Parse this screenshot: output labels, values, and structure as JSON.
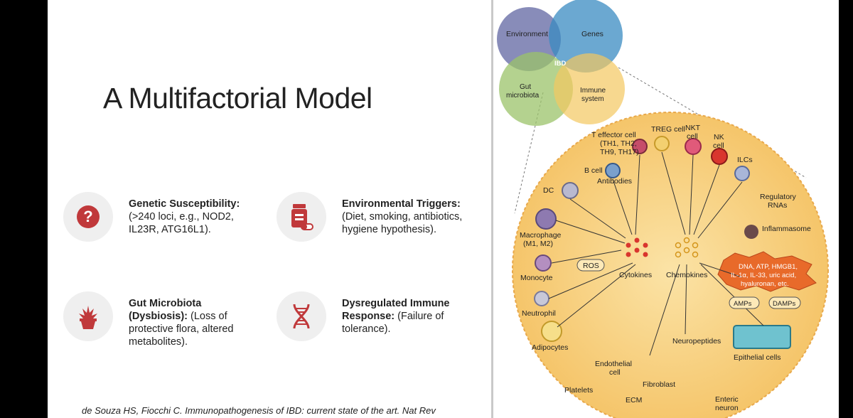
{
  "slide": {
    "title": "A Multifactorial Model",
    "items": [
      {
        "heading": "Genetic Susceptibility:",
        "body": "(>240 loci, e.g., NOD2, IL23R, ATG16L1).",
        "icon": "question-mark-icon"
      },
      {
        "heading": "Environmental Triggers:",
        "body": "(Diet, smoking, antibiotics, hygiene hypothesis).",
        "icon": "pill-bottle-icon"
      },
      {
        "heading": "Gut Microbiota (Dysbiosis):",
        "body": "(Loss of protective flora, altered metabolites).",
        "icon": "plant-pot-icon"
      },
      {
        "heading": "Dysregulated Immune Response:",
        "body": "(Failure of tolerance).",
        "icon": "dna-icon"
      }
    ],
    "citation": "de Souza HS, Fiocchi C. Immunopathogenesis of IBD: current state of the art. Nat Rev",
    "accent_color": "#c0393b"
  },
  "figure": {
    "venn": {
      "environment": "Environment",
      "genes": "Genes",
      "gut1": "Gut",
      "gut2": "microbiota",
      "immune1": "Immune",
      "immune2": "system",
      "center": "IBD"
    },
    "labels": {
      "teffector": "T effector cell",
      "th": "(TH1, TH2,",
      "th2": "TH9, TH17)",
      "treg": "TREG cell",
      "nkt1": "NKT",
      "nkt2": "cell",
      "nk1": "NK",
      "nk2": "cell",
      "ilcs": "ILCs",
      "bcell": "B cell",
      "antibodies": "Antibodies",
      "dc": "DC",
      "regulatory1": "Regulatory",
      "regulatory2": "RNAs",
      "inflammasome": "Inflammasome",
      "macrophage1": "Macrophage",
      "macrophage2": "(M1, M2)",
      "ros": "ROS",
      "monocyte": "Monocyte",
      "cytokines": "Cytokines",
      "chemokines": "Chemokines",
      "damp_box1": "DNA, ATP, HMGB1,",
      "damp_box2": "IL-1α, IL-33, uric acid,",
      "damp_box3": "hyaluronan, etc.",
      "amps": "AMPs",
      "damps": "DAMPs",
      "neutrophil": "Neutrophil",
      "adipocytes": "Adipocytes",
      "neuropeptides": "Neuropeptides",
      "epithelial": "Epithelial cells",
      "endothelial1": "Endothelial",
      "endothelial2": "cell",
      "platelets": "Platelets",
      "fibroblast": "Fibroblast",
      "ecm": "ECM",
      "enteric1": "Enteric",
      "enteric2": "neuron"
    }
  }
}
